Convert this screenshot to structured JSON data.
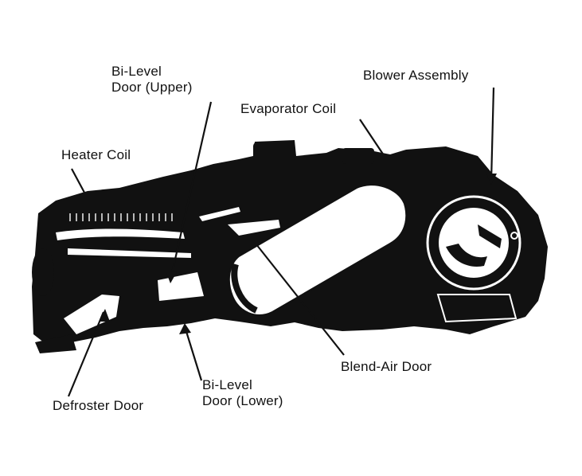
{
  "labels": {
    "bilevel_upper_line1": "Bi-Level",
    "bilevel_upper_line2": "Door (Upper)",
    "blower_assembly": "Blower Assembly",
    "evaporator_coil": "Evaporator Coil",
    "heater_coil": "Heater Coil",
    "blend_air_door": "Blend-Air Door",
    "bilevel_lower_line1": "Bi-Level",
    "bilevel_lower_line2": "Door (Lower)",
    "defroster_door": "Defroster Door"
  },
  "colors": {
    "ink": "#111111",
    "paper": "#ffffff"
  }
}
